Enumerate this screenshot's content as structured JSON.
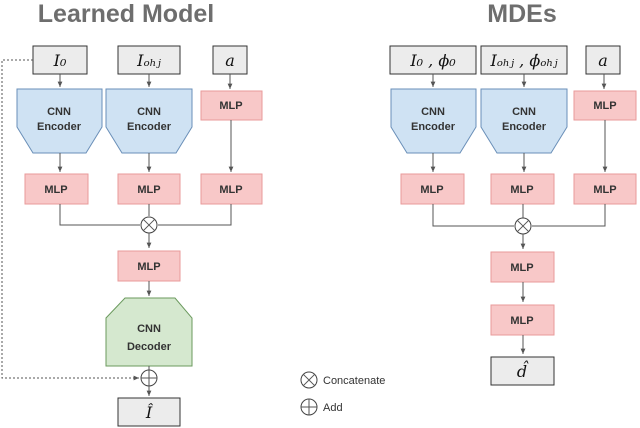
{
  "titles": {
    "left": "Learned Model",
    "right": "MDEs"
  },
  "left": {
    "inputs": [
      "I₀",
      "Iₒₕⱼ",
      "a"
    ],
    "encoder1": [
      "CNN",
      "Encoder"
    ],
    "encoder2": [
      "CNN",
      "Encoder"
    ],
    "mlp_label": "MLP",
    "decoder": [
      "CNN",
      "Decoder"
    ],
    "output": "Î"
  },
  "right": {
    "inputs": [
      "I₀ , ϕ₀",
      "Iₒₕⱼ , ϕ̇ₒₕⱼ",
      "a"
    ],
    "encoder1": [
      "CNN",
      "Encoder"
    ],
    "encoder2": [
      "CNN",
      "Encoder"
    ],
    "mlp_label": "MLP",
    "output": "d̂"
  },
  "legend": {
    "concatenate": "Concatenate",
    "add": "Add"
  }
}
